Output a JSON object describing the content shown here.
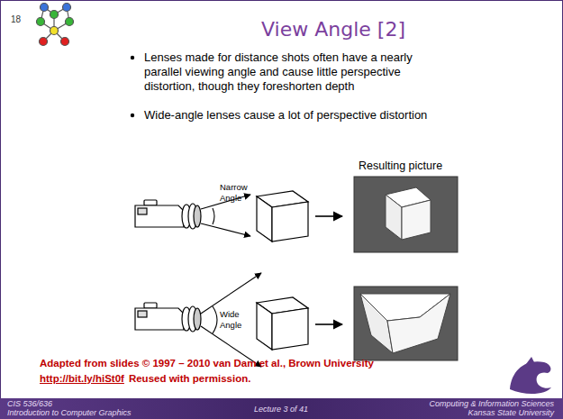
{
  "diagram": {
    "title": "View Angle [2]",
    "labels": [
      "18",
      "Lenses made for distance shots often have a nearly parallel viewing angle and cause little perspective distortion, though they foreshorten depth",
      "Wide-angle lenses cause a lot of perspective distortion",
      "Resulting picture",
      "Narrow Angle",
      "Wide Angle",
      "Adapted from slides © 1997 – 2010 van Dam et al., Brown University",
      "http://bit.ly/hiSt0f",
      "Reused with permission.",
      "CIS 536/636",
      "Introduction to Computer Graphics",
      "Lecture 3 of 41",
      "Computing & Information Sciences",
      "Kansas State University"
    ]
  }
}
